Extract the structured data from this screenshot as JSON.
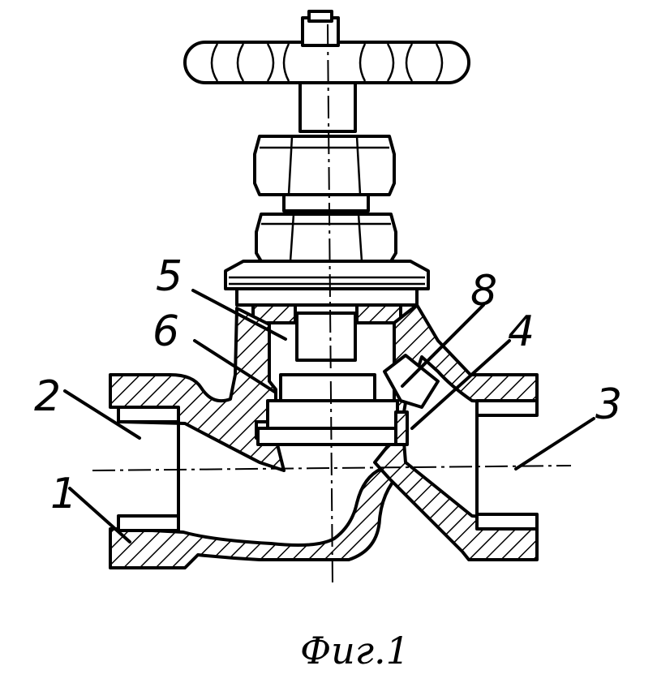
{
  "figure": {
    "caption": "Фиг.1",
    "labels": {
      "l1": "1",
      "l2": "2",
      "l3": "3",
      "l4": "4",
      "l5": "5",
      "l6": "6",
      "l8": "8"
    }
  }
}
